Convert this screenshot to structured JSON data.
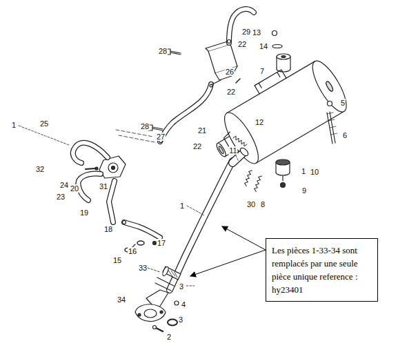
{
  "diagram": {
    "nodes": [
      {
        "text": [
          "Les pièces 1-33-34 sont remplacés par une seule pièce unique reference : hy23401"
        ]
      }
    ],
    "labels": [
      "29",
      "13",
      "22",
      "14",
      "28",
      "7",
      "26",
      "22",
      "5",
      "12",
      "28",
      "1",
      "25",
      "27",
      "21",
      "6",
      "22",
      "11",
      "32",
      "10",
      "1",
      "31",
      "24",
      "20",
      "9",
      "23",
      "30",
      "8",
      "1",
      "19",
      "18",
      "17",
      "16",
      "15",
      "33",
      "3",
      "34",
      "4",
      "3",
      "2"
    ]
  }
}
